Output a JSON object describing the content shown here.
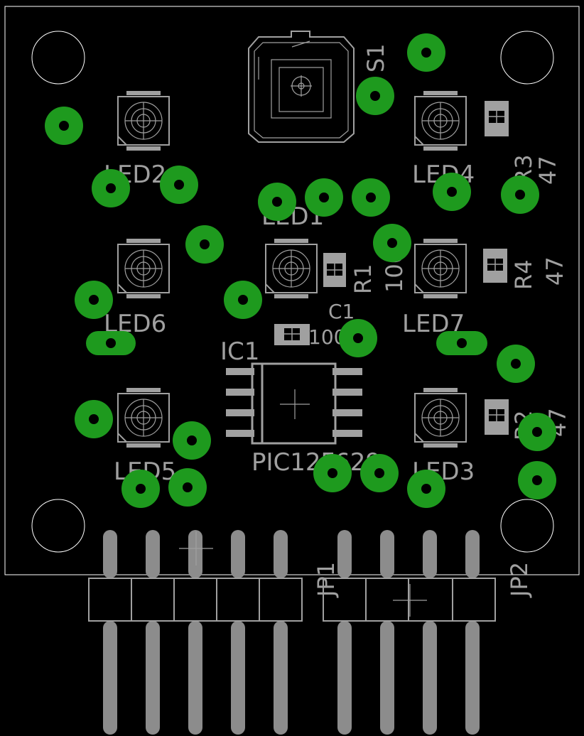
{
  "board": {
    "colors": {
      "background": "#000000",
      "silkscreen": "#a0a0a0",
      "via": "#1e9a1e",
      "edge": "#ffffff",
      "pin": "#8c8c8c"
    },
    "labels": {
      "s1": "S1",
      "led1": "LED1",
      "led2": "LED2",
      "led3": "LED3",
      "led4": "LED4",
      "led5": "LED5",
      "led6": "LED6",
      "led7": "LED7",
      "r1": "R1",
      "r1_value": "100",
      "r2": "R2",
      "r2_value": "47",
      "r3": "R3",
      "r3_value": "47",
      "r4": "R4",
      "r4_value": "47",
      "c1": "C1",
      "c1_value": "100 nF",
      "ic1": "IC1",
      "ic1_value": "PIC12F629",
      "jp1": "JP1",
      "jp2": "JP2"
    }
  }
}
